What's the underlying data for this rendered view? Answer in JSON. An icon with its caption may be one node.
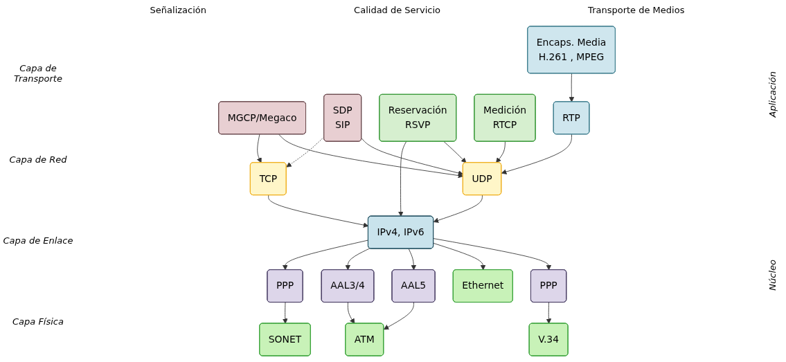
{
  "diagram": {
    "nodes": [
      {
        "text": [
          "MGCP/Megaco"
        ]
      },
      {
        "text": [
          "SDP",
          "SIP"
        ]
      },
      {
        "text": [
          "Reservación",
          "RSVP"
        ]
      },
      {
        "text": [
          "Medición",
          "RTCP"
        ]
      },
      {
        "text": [
          "Encaps. Media",
          "H.261 , MPEG"
        ]
      },
      {
        "text": [
          "RTP"
        ]
      },
      {
        "text": [
          "TCP"
        ]
      },
      {
        "text": [
          "UDP"
        ]
      },
      {
        "text": [
          "IPv4,  IPv6"
        ]
      },
      {
        "text": [
          "PPP"
        ]
      },
      {
        "text": [
          "AAL3/4"
        ]
      },
      {
        "text": [
          "AAL5"
        ]
      },
      {
        "text": [
          "PPP"
        ]
      },
      {
        "text": [
          "SONET"
        ]
      },
      {
        "text": [
          "ATM"
        ]
      },
      {
        "text": [
          "Ethernet"
        ]
      },
      {
        "text": [
          "V.34"
        ]
      }
    ],
    "edges": [
      {
        "from": 0,
        "to": 6,
        "arrow": "to"
      },
      {
        "from": 0,
        "to": 7,
        "arrow": "to"
      },
      {
        "from": 1,
        "to": 6,
        "arrow": "to",
        "style": "dashed"
      },
      {
        "from": 1,
        "to": 7,
        "arrow": "to"
      },
      {
        "from": 2,
        "to": 8,
        "arrow": "to"
      },
      {
        "from": 2,
        "to": 7,
        "arrow": "to"
      },
      {
        "from": 3,
        "to": 7,
        "arrow": "to"
      },
      {
        "from": 4,
        "to": 5,
        "arrow": "to"
      },
      {
        "from": 5,
        "to": 7,
        "arrow": "to"
      },
      {
        "from": 6,
        "to": 8,
        "arrow": "to"
      },
      {
        "from": 7,
        "to": 8,
        "arrow": "to"
      },
      {
        "from": 8,
        "to": 9,
        "arrow": "to"
      },
      {
        "from": 8,
        "to": 10,
        "arrow": "to"
      },
      {
        "from": 8,
        "to": 11,
        "arrow": "to"
      },
      {
        "from": 8,
        "to": 15,
        "arrow": "to"
      },
      {
        "from": 8,
        "to": 12,
        "arrow": "to"
      },
      {
        "from": 9,
        "to": 13,
        "arrow": "to"
      },
      {
        "from": 10,
        "to": 14,
        "arrow": "to"
      },
      {
        "from": 11,
        "to": 14,
        "arrow": "to"
      },
      {
        "from": 12,
        "to": 16,
        "arrow": "to"
      }
    ],
    "labels": [
      "Señalización",
      "Calidad de Servicio",
      "Transporte de Medios",
      "Capa de Transporte",
      "Capa de Red",
      "Capa de Enlace",
      "Capa Física",
      "Aplicación",
      "Núcleo"
    ]
  }
}
